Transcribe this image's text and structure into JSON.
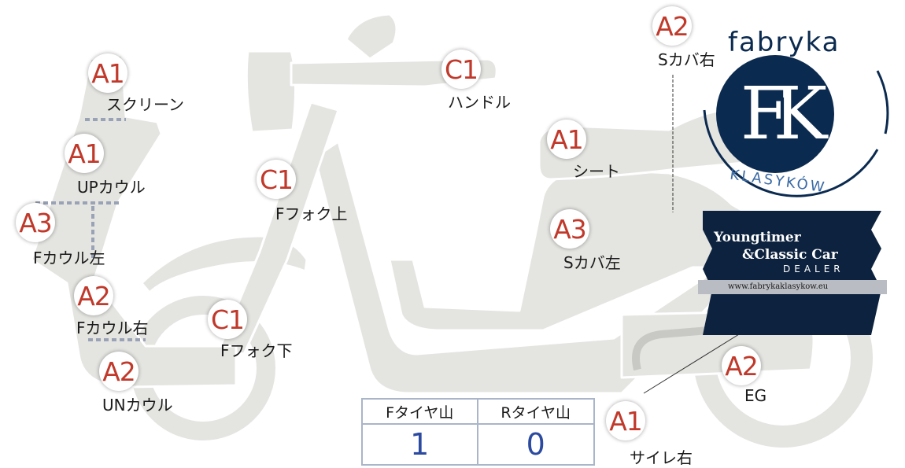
{
  "grades": [
    {
      "id": "screen",
      "grade": "A1",
      "label": "スクリーン"
    },
    {
      "id": "up-cowl",
      "grade": "A1",
      "label": "UPカウル"
    },
    {
      "id": "f-cowl-left",
      "grade": "A3",
      "label": "Fカウル左"
    },
    {
      "id": "f-cowl-right",
      "grade": "A2",
      "label": "Fカウル右"
    },
    {
      "id": "un-cowl",
      "grade": "A2",
      "label": "UNカウル"
    },
    {
      "id": "handle",
      "grade": "C1",
      "label": "ハンドル"
    },
    {
      "id": "f-fork-upper",
      "grade": "C1",
      "label": "Fフォク上"
    },
    {
      "id": "f-fork-lower",
      "grade": "C1",
      "label": "Fフォク下"
    },
    {
      "id": "seat",
      "grade": "A1",
      "label": "シート"
    },
    {
      "id": "s-cover-left",
      "grade": "A3",
      "label": "Sカバ左"
    },
    {
      "id": "s-cover-right",
      "grade": "A2",
      "label": "Sカバ右"
    },
    {
      "id": "engine",
      "grade": "A2",
      "label": "EG"
    },
    {
      "id": "muffler-right",
      "grade": "A1",
      "label": "サイレ右"
    }
  ],
  "tire_table": {
    "front_header": "Fタイヤ山",
    "rear_header": "Rタイヤ山",
    "front_value": "1",
    "rear_value": "0"
  },
  "logo": {
    "brand": "fabryka",
    "monogram": "FK",
    "subtitle": "KLASYKÓW",
    "banner_line1": "Youngtimer",
    "banner_line2": "&Classic Car",
    "banner_line3": "DEALER",
    "url": "www.fabrykaklasykow.eu"
  },
  "colors": {
    "body_fill": "#e4e4e1",
    "body_stroke": "#ffffff",
    "grade_text": "#c0392b",
    "logo_navy": "#0b2a4f",
    "table_value": "#2b4aa0"
  }
}
